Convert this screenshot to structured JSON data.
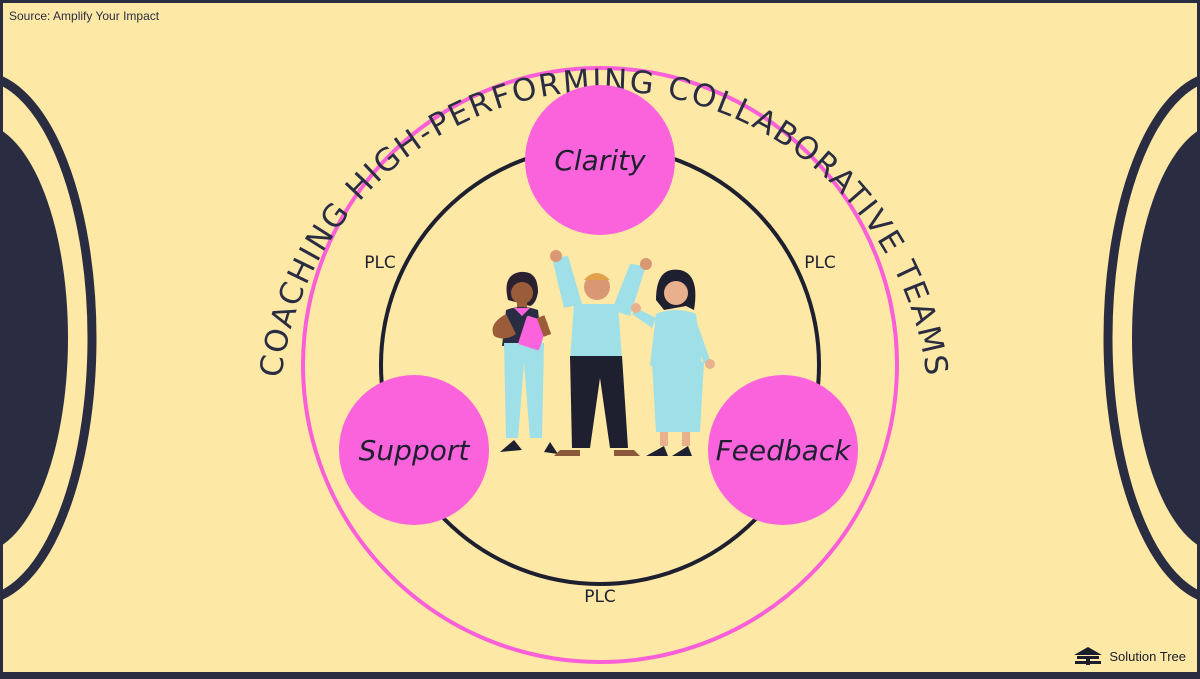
{
  "source": "Source: Amplify Your Impact",
  "brand": {
    "name": "Solution Tree",
    "icon": "solution-tree-logo-icon"
  },
  "title": "COACHING HIGH-PERFORMING COLLABORATIVE TEAMS",
  "nodes": [
    {
      "id": "clarity",
      "label": "Clarity"
    },
    {
      "id": "support",
      "label": "Support"
    },
    {
      "id": "feedback",
      "label": "Feedback"
    }
  ],
  "edges": [
    {
      "from": "support",
      "to": "clarity",
      "label": "PLC"
    },
    {
      "from": "clarity",
      "to": "feedback",
      "label": "PLC"
    },
    {
      "from": "feedback",
      "to": "support",
      "label": "PLC"
    }
  ],
  "illustration": {
    "icon": "three-people-celebrating-icon"
  },
  "colors": {
    "background": "#fde8a6",
    "frame": "#2a2d42",
    "accent": "#fb63dc",
    "node_fill": "#fb63dc",
    "ring": "#fb5fd8",
    "line": "#1e2030",
    "figure_fill": "#9fdfe8"
  }
}
